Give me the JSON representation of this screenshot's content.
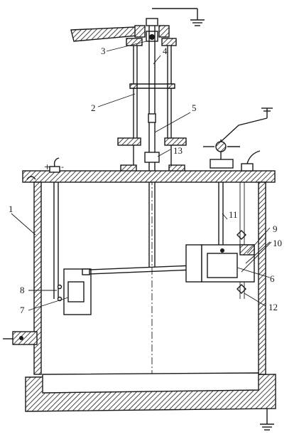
{
  "diagram": {
    "part_labels": [
      "1",
      "2",
      "3",
      "4",
      "5",
      "6",
      "7",
      "8",
      "9",
      "10",
      "11",
      "12",
      "13"
    ],
    "terminal_signs": {
      "plus": "+",
      "minus": "-"
    }
  }
}
